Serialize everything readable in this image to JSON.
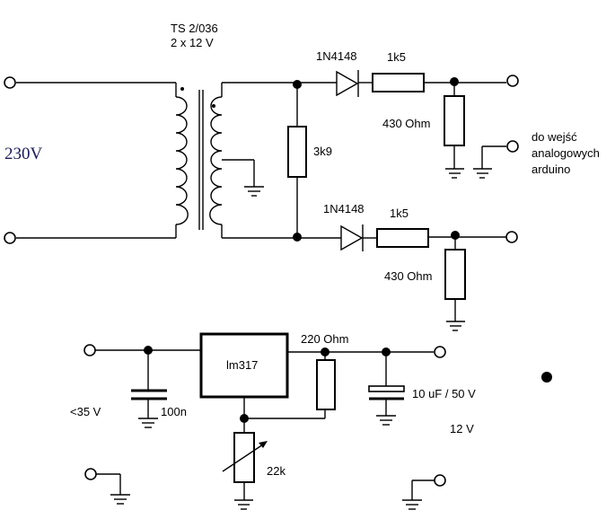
{
  "transformer": {
    "model": "TS 2/036",
    "rating": "2 x 12 V"
  },
  "mains_label": "230V",
  "diode_top": "1N4148",
  "diode_bottom": "1N4148",
  "series_res_top": "1k5",
  "series_res_bottom": "1k5",
  "divider_res": "3k9",
  "shunt_res_top": "430 Ohm",
  "shunt_res_bottom": "430 Ohm",
  "output_note": [
    "do wejść",
    "analogowych",
    "arduino"
  ],
  "regulator": {
    "ic": "lm317",
    "r_set": "220 Ohm",
    "pot": "22k",
    "c_in": "100n",
    "c_out": "10 uF / 50 V",
    "vin": "<35 V",
    "vout": "12 V"
  }
}
